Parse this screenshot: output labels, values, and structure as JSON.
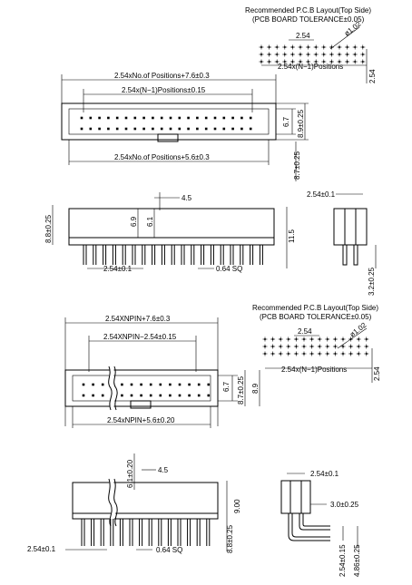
{
  "pcb_top": {
    "title_line1": "Recommended P.C.B Layout(Top Side)",
    "title_line2": "(PCB BOARD TOLERANCE±0.05)",
    "dim_pitch": "2.54",
    "dim_hole": "ø1.02",
    "dim_span": "2.54x(N−1)Positions",
    "dim_row": "2.54"
  },
  "top_view": {
    "overall": "2.54xNo.of Positions+7.6±0.3",
    "pin_span": "2.54x(N−1)Positions±0.15",
    "bottom": "2.54xNo.of Positions+5.6±0.3",
    "h_inner": "6.7",
    "h_body": "8.9±0.25",
    "h_total": "8.7±0.25"
  },
  "side_view": {
    "top_pin": "4.5",
    "h1": "6.9",
    "h2": "6.1",
    "height": "8.8±0.25",
    "lead": "11.5",
    "pitch": "2.54±0.1",
    "sq": "0.64 SQ"
  },
  "end_view": {
    "width": "2.54±0.1",
    "tail": "3.2±0.25"
  },
  "pcb_bottom": {
    "title_line1": "Recommended P.C.B Layout(Top Side)",
    "title_line2": "(PCB BOARD TOLERANCE±0.05)",
    "dim_pitch": "2.54",
    "dim_hole": "ø1.02",
    "dim_span": "2.54x(N−1)Positions",
    "dim_row": "2.54"
  },
  "top_view2": {
    "overall": "2.54XNPIN+7.6±0.3",
    "pin_span": "2.54XNPIN−2.54±0.15",
    "bottom": "2.54xNPIN+5.6±0.20",
    "h_inner": "6.7",
    "h_body": "8.7±0.25",
    "h_total": "8.9"
  },
  "side_view2": {
    "h1": "6.1±0.20",
    "top_pin": "4.5",
    "height": "9.00",
    "lead": "8.8±0.25",
    "pitch": "2.54±0.1",
    "sq": "0.64 SQ"
  },
  "right_angle": {
    "width": "2.54±0.1",
    "offset": "3.0±0.25",
    "tail1": "2.54±0.15",
    "tail2": "4.86±0.25"
  }
}
